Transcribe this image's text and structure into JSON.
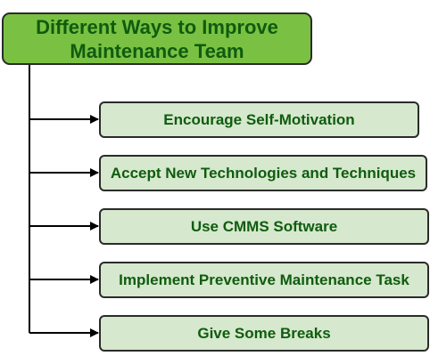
{
  "title": {
    "line1": "Different Ways to Improve",
    "line2": "Maintenance Team"
  },
  "items": [
    {
      "label": "Encourage Self-Motivation"
    },
    {
      "label": "Accept New Technologies and Techniques"
    },
    {
      "label": "Use CMMS Software"
    },
    {
      "label": "Implement Preventive Maintenance Task"
    },
    {
      "label": "Give Some Breaks"
    }
  ],
  "colors": {
    "root_fill": "#7ac143",
    "item_fill": "#d6e8cd",
    "text": "#0f5c0f",
    "border": "#2b2b2b",
    "connector": "#000000"
  }
}
